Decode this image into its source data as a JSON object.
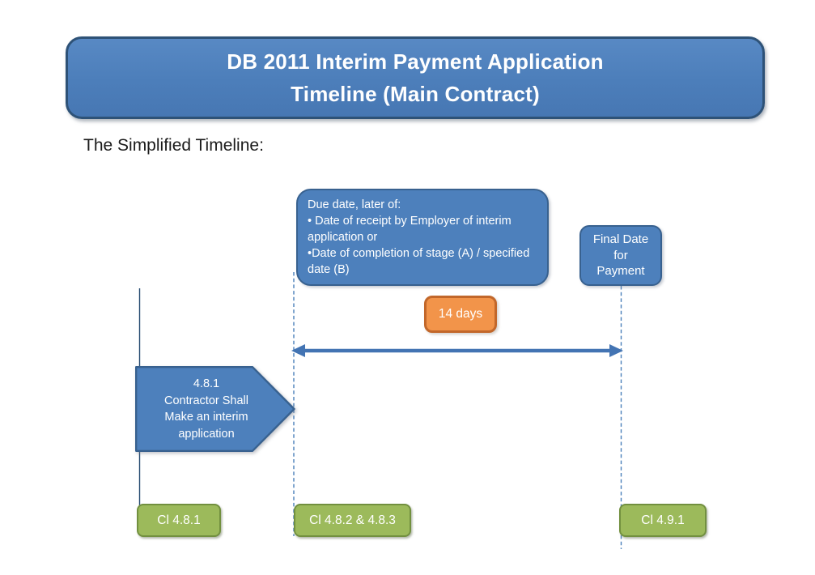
{
  "slide": {
    "title": {
      "line1": "DB 2011 Interim Payment Application",
      "line2": "Timeline (Main Contract)"
    },
    "subtitle": "The Simplified Timeline:",
    "due_date_box": {
      "heading": "Due date, later of:",
      "bullet1": "• Date of receipt by Employer of interim application or",
      "bullet2": "•Date of completion of stage (A) / specified date (B)"
    },
    "final_date_box": {
      "line1": "Final Date",
      "line2": "for",
      "line3": "Payment"
    },
    "duration_badge": {
      "label": "14 days"
    },
    "contractor_arrow": {
      "line1": "4.8.1",
      "line2": "Contractor Shall",
      "line3": "Make an interim",
      "line4": "application"
    },
    "clause_labels": [
      {
        "label": "Cl 4.8.1"
      },
      {
        "label": "Cl 4.8.2 & 4.8.3"
      },
      {
        "label": "Cl 4.9.1"
      }
    ],
    "colors": {
      "shape_blue_fill": "#4d80bc",
      "shape_blue_border": "#38618f",
      "title_border": "#2e5277",
      "orange_fill": "#f2944a",
      "orange_border": "#c2672a",
      "green_fill": "#9cba5b",
      "green_border": "#72903f",
      "arrow_blue": "#4374b3",
      "dashed_line_blue": "#4a7fba",
      "timeline_dark": "#24496f"
    }
  }
}
